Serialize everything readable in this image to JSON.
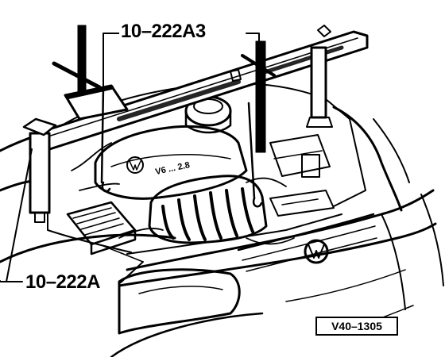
{
  "figure": {
    "callouts": {
      "top_tool": "10–222A3",
      "left_tool": "10–222A"
    },
    "reference_code": "V40–1305",
    "engine_cover_text": "V6 ... 2.8",
    "colors": {
      "ink": "#000000",
      "paper": "#ffffff"
    }
  }
}
